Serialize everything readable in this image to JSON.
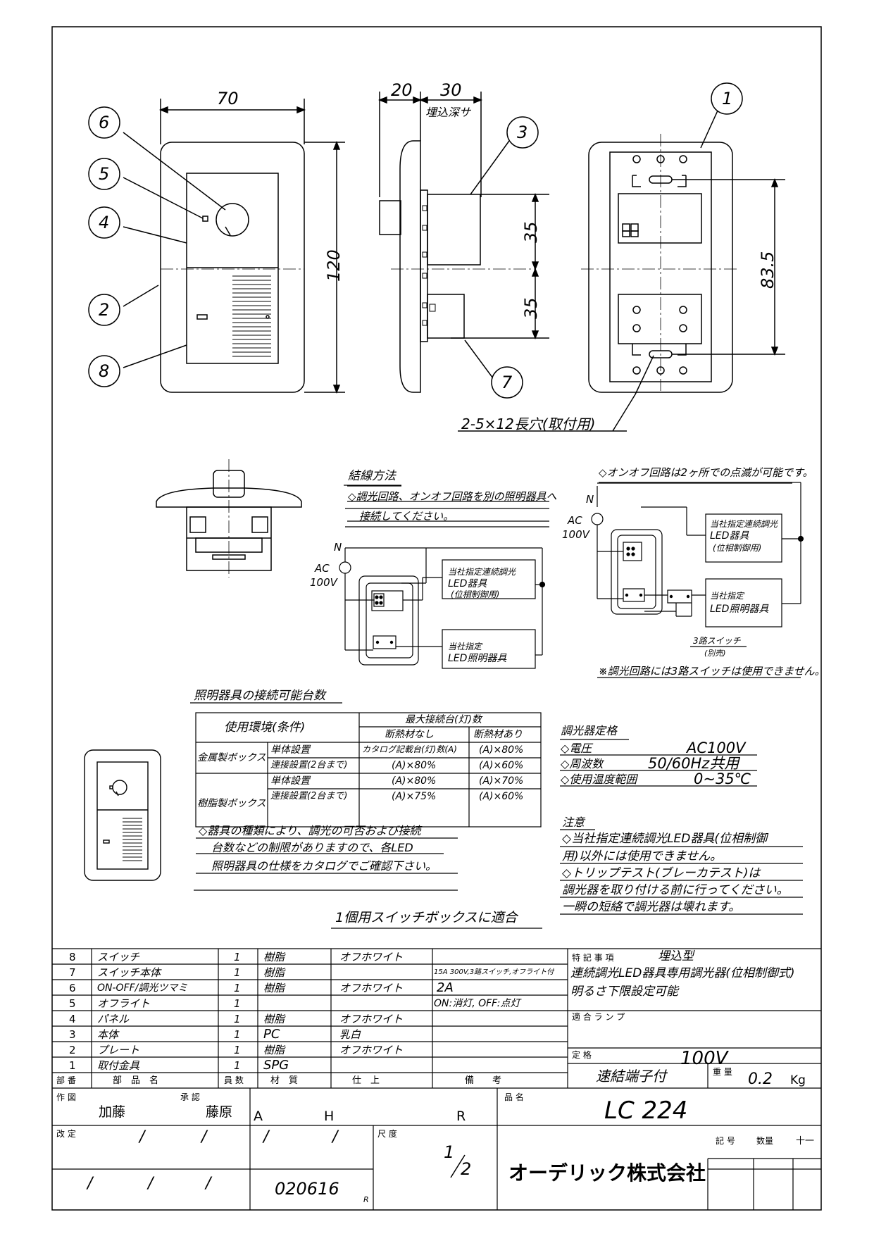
{
  "dims": {
    "w70": "70",
    "w20": "20",
    "w30": "30",
    "depth": "埋込深サ",
    "h120": "120",
    "h35a": "35",
    "h35b": "35",
    "h835": "83.5"
  },
  "callouts": [
    "1",
    "2",
    "3",
    "4",
    "5",
    "6",
    "7",
    "8"
  ],
  "slot_note": "2-5×12長穴(取付用)",
  "wiring": {
    "title": "結線方法",
    "line1": "◇調光回路、オンオフ回路を別の照明器具へ",
    "line2": "接続してください。",
    "n": "N",
    "ac": "AC",
    "v": "100V",
    "dim_box1": "当社指定連続調光",
    "dim_box2": "LED器具",
    "dim_box3": "(位相制御用)",
    "led_box1": "当社指定",
    "led_box2": "LED照明器具"
  },
  "onoff": {
    "title": "◇オンオフ回路は2ヶ所での点滅が可能です。",
    "n": "N",
    "ac": "AC",
    "v": "100V",
    "dim_box1": "当社指定連続調光",
    "dim_box2": "LED器具",
    "dim_box3": "(位相制御用)",
    "led_box1": "当社指定",
    "led_box2": "LED照明器具",
    "sw1": "3路スイッチ",
    "sw2": "(別売)",
    "note": "※調光回路には3路スイッチは使用できません。"
  },
  "capacity": {
    "title": "照明器具の接続可能台数",
    "h_env": "使用環境(条件)",
    "h_max": "最大接続台(灯)数",
    "h_none": "断熱材なし",
    "h_with": "断熱材あり",
    "metal": "金属製ボックス",
    "resin": "樹脂製ボックス",
    "single": "単体設置",
    "multi": "連接設置(2台まで)",
    "rows": [
      [
        "カタログ記載台(灯)数(A)",
        "(A)×80%"
      ],
      [
        "(A)×80%",
        "(A)×60%"
      ],
      [
        "(A)×80%",
        "(A)×70%"
      ],
      [
        "(A)×75%",
        "(A)×60%"
      ]
    ],
    "note1": "◇器具の種類により、調光の可否および接続",
    "note2": "台数などの制限がありますので、各LED",
    "note3": "照明器具の仕様をカタログでご確認下さい。",
    "fit": "1個用スイッチボックスに適合"
  },
  "rating": {
    "title": "調光器定格",
    "r1k": "◇電圧",
    "r1v": "AC100V",
    "r2k": "◇周波数",
    "r2v": "50/60Hz共用",
    "r3k": "◇使用温度範囲",
    "r3v": "0~35℃"
  },
  "caution": {
    "title": "注意",
    "l1": "◇当社指定連続調光LED器具(位相制御",
    "l2": "用)以外には使用できません。",
    "l3": "◇トリップテスト(ブレーカテスト)は",
    "l4": "調光器を取り付ける前に行ってください。",
    "l5": "一瞬の短絡で調光器は壊れます。"
  },
  "parts": [
    {
      "no": "8",
      "name": "スイッチ",
      "qty": "1",
      "mat": "樹脂",
      "fin": "オフホワイト",
      "note": ""
    },
    {
      "no": "7",
      "name": "スイッチ本体",
      "qty": "1",
      "mat": "樹脂",
      "fin": "",
      "note": "15A 300V,3路スイッチ,オフライト付"
    },
    {
      "no": "6",
      "name": "ON-OFF/調光ツマミ",
      "qty": "1",
      "mat": "樹脂",
      "fin": "オフホワイト",
      "note": "2A"
    },
    {
      "no": "5",
      "name": "オフライト",
      "qty": "1",
      "mat": "",
      "fin": "",
      "note": "ON:消灯, OFF:点灯"
    },
    {
      "no": "4",
      "name": "パネル",
      "qty": "1",
      "mat": "樹脂",
      "fin": "オフホワイト",
      "note": ""
    },
    {
      "no": "3",
      "name": "本体",
      "qty": "1",
      "mat": "PC",
      "fin": "乳白",
      "note": ""
    },
    {
      "no": "2",
      "name": "プレート",
      "qty": "1",
      "mat": "樹脂",
      "fin": "オフホワイト",
      "note": ""
    },
    {
      "no": "1",
      "name": "取付金具",
      "qty": "1",
      "mat": "SPG",
      "fin": "",
      "note": ""
    }
  ],
  "parts_header": {
    "no": "部 番",
    "name": "部　品　名",
    "qty": "員 数",
    "mat": "材　質",
    "fin": "仕　上",
    "note": "備　　考"
  },
  "spec": {
    "label": "特 記 事 項",
    "s1": "埋込型",
    "s2": "連続調光LED器具専用調光器(位相制御式)",
    "s3": "明るさ下限設定可能",
    "lamp": "適 合 ラ ン プ",
    "rated_label": "定 格",
    "rated": "100V",
    "terminal": "速結端子付",
    "weight_label": "重 量",
    "weight": "0.2",
    "weight_unit": "Kg"
  },
  "title_block": {
    "drawn_label": "作 図",
    "drawn": "加藤",
    "appr_label": "承 認",
    "appr": "藤原",
    "a": "A",
    "h": "H",
    "r": "R",
    "name_label": "品 名",
    "name": "LC 224",
    "rev_label": "改 定",
    "slash": "/",
    "date": "020616",
    "r2": "R",
    "scale_label": "尺 度",
    "scale_n": "1",
    "scale_d": "2",
    "company": "オーデリック株式会社",
    "sym": "記 号",
    "qty": "数量",
    "ten_one": "十一"
  }
}
